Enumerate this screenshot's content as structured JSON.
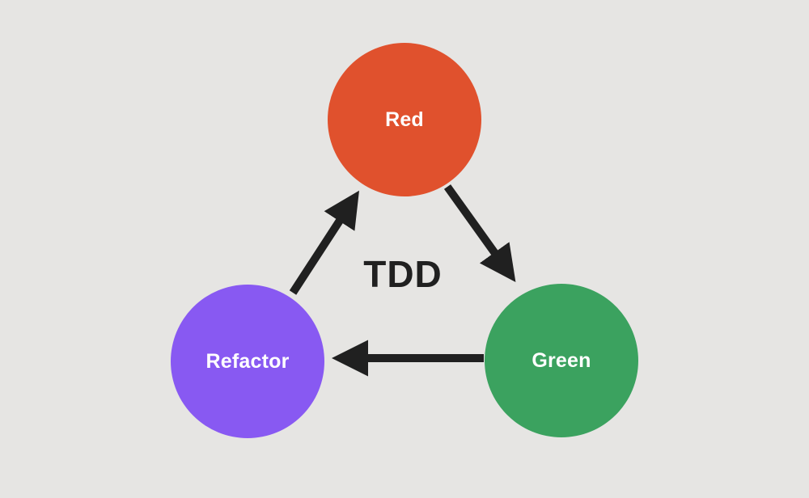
{
  "diagram": {
    "title": "TDD",
    "type": "cycle",
    "background_color": "#e6e5e3",
    "arrow_color": "#202020",
    "title_color": "#202020",
    "node_label_color": "#ffffff",
    "nodes": [
      {
        "id": "red",
        "label": "Red",
        "color": "#e0512d"
      },
      {
        "id": "green",
        "label": "Green",
        "color": "#3ba25f"
      },
      {
        "id": "refactor",
        "label": "Refactor",
        "color": "#8859f2"
      }
    ],
    "edges": [
      {
        "from": "Red",
        "to": "Green"
      },
      {
        "from": "Green",
        "to": "Refactor"
      },
      {
        "from": "Refactor",
        "to": "Red"
      }
    ]
  }
}
